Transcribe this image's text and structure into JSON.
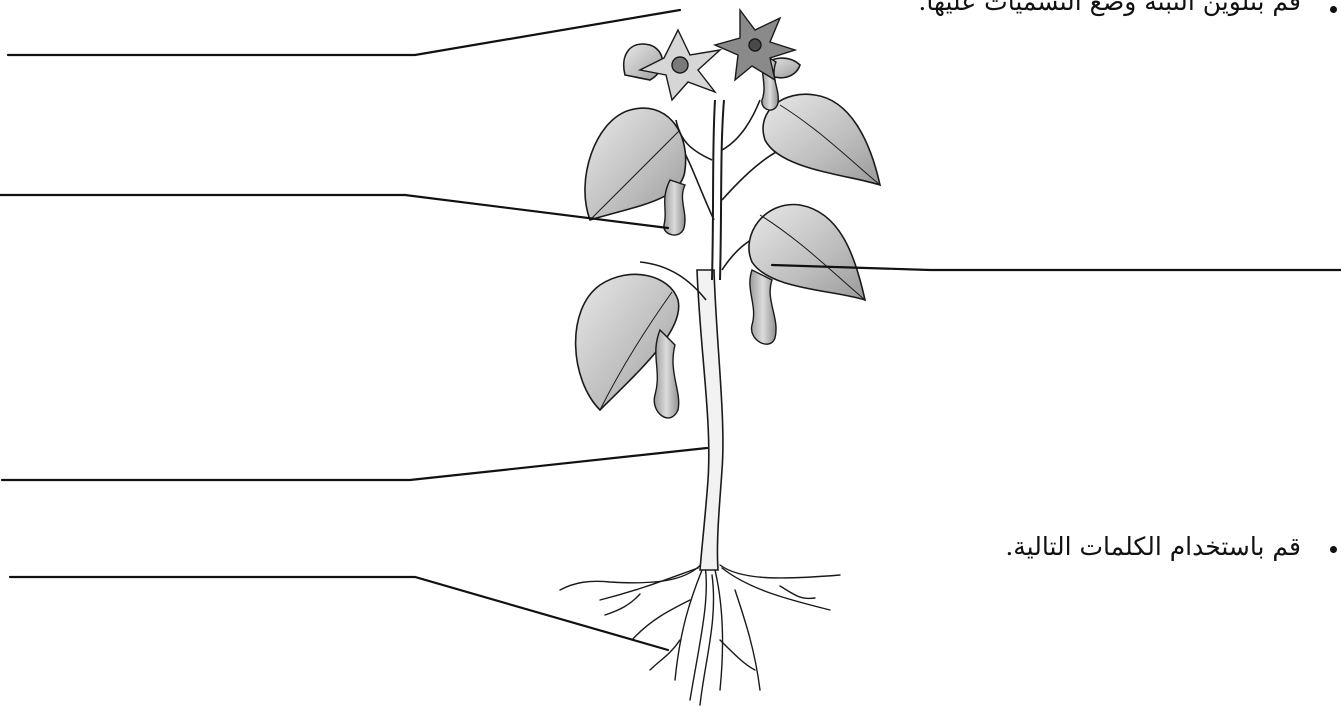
{
  "instructions": {
    "color_and_label": "قم بتلوين النبتة وضع التسميات عليها.",
    "use_words": "قم باستخدام الكلمات التالية."
  },
  "label_blanks": [
    {
      "part": "flower"
    },
    {
      "part": "fruit"
    },
    {
      "part": "leaf"
    },
    {
      "part": "stem"
    },
    {
      "part": "roots"
    }
  ]
}
